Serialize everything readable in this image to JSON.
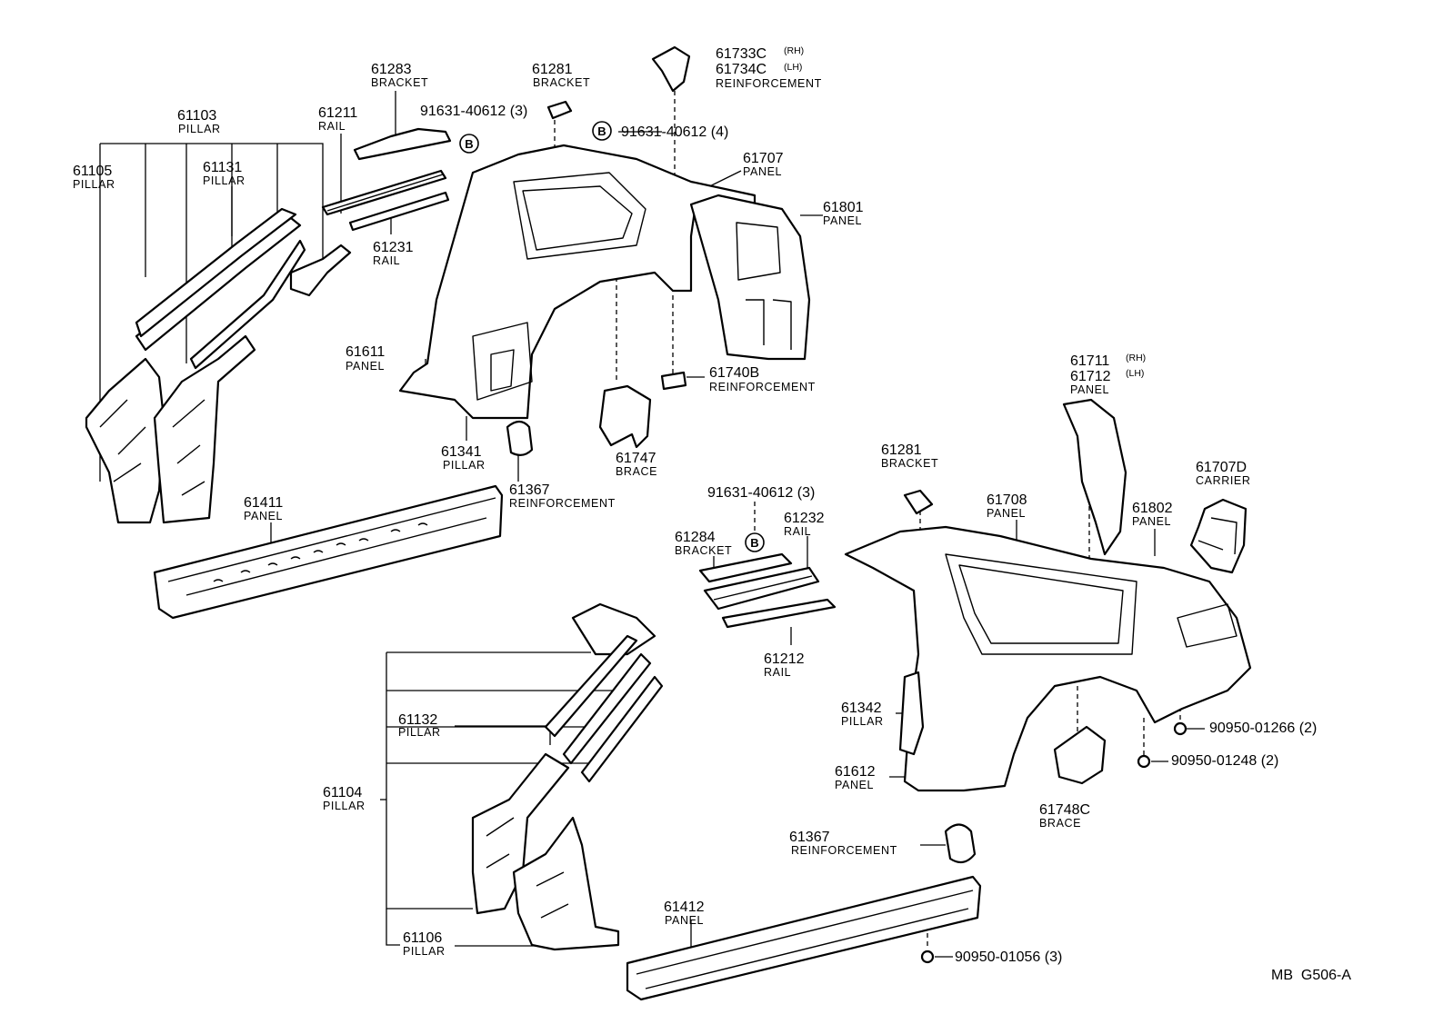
{
  "diagram_code": "MB  G506-A",
  "callouts": {
    "c61283": {
      "number": "61283",
      "name": "BRACKET"
    },
    "c61281a": {
      "number": "61281",
      "name": "BRACKET"
    },
    "c61733": {
      "number": "61733C",
      "sup": "(RH)"
    },
    "c61734": {
      "number": "61734C",
      "sup": "(LH)",
      "name": "REINFORCEMENT"
    },
    "c61103": {
      "number": "61103",
      "name": "PILLAR"
    },
    "c61211": {
      "number": "61211",
      "name": "RAIL"
    },
    "c91631a": {
      "number": "91631-40612 (3)"
    },
    "c91631b": {
      "number": "91631-40612 (4)"
    },
    "c61105": {
      "number": "61105",
      "name": "PILLAR"
    },
    "c61131": {
      "number": "61131",
      "name": "PILLAR"
    },
    "c61707": {
      "number": "61707",
      "name": "PANEL"
    },
    "c61801": {
      "number": "61801",
      "name": "PANEL"
    },
    "c61231": {
      "number": "61231",
      "name": "RAIL"
    },
    "c61611": {
      "number": "61611",
      "name": "PANEL"
    },
    "c61740": {
      "number": "61740B",
      "name": "REINFORCEMENT"
    },
    "c61711": {
      "number": "61711",
      "sup": "(RH)"
    },
    "c61712": {
      "number": "61712",
      "sup": "(LH)",
      "name": "PANEL"
    },
    "c61341": {
      "number": "61341",
      "name": "PILLAR"
    },
    "c61367a": {
      "number": "61367",
      "name": "REINFORCEMENT"
    },
    "c61747": {
      "number": "61747",
      "name": "BRACE"
    },
    "c61281b": {
      "number": "61281",
      "name": "BRACKET"
    },
    "c61707d": {
      "number": "61707D",
      "name": "CARRIER"
    },
    "c61411": {
      "number": "61411",
      "name": "PANEL"
    },
    "c91631c": {
      "number": "91631-40612 (3)"
    },
    "c61708": {
      "number": "61708",
      "name": "PANEL"
    },
    "c61802": {
      "number": "61802",
      "name": "PANEL"
    },
    "c61232": {
      "number": "61232",
      "name": "RAIL"
    },
    "c61284": {
      "number": "61284",
      "name": "BRACKET"
    },
    "c61212": {
      "number": "61212",
      "name": "RAIL"
    },
    "c61342": {
      "number": "61342",
      "name": "PILLAR"
    },
    "c61132": {
      "number": "61132",
      "name": "PILLAR"
    },
    "c90950a": {
      "number": "90950-01266 (2)"
    },
    "c90950b": {
      "number": "90950-01248 (2)"
    },
    "c61104": {
      "number": "61104",
      "name": "PILLAR"
    },
    "c61612": {
      "number": "61612",
      "name": "PANEL"
    },
    "c61748": {
      "number": "61748C",
      "name": "BRACE"
    },
    "c61367b": {
      "number": "61367",
      "name": "REINFORCEMENT"
    },
    "c61412": {
      "number": "61412",
      "name": "PANEL"
    },
    "c61106": {
      "number": "61106",
      "name": "PILLAR"
    },
    "c90950c": {
      "number": "90950-01056 (3)"
    }
  },
  "markers": {
    "bolt_letter": "B"
  }
}
